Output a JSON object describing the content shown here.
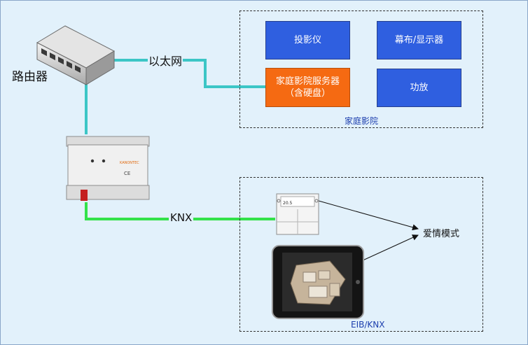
{
  "diagram": {
    "router": {
      "label": "路由器"
    },
    "ethernet": {
      "label": "以太网"
    },
    "knx_link": {
      "label": "KNX"
    },
    "home_theater": {
      "group_label": "家庭影院",
      "projector": "投影仪",
      "screen": "幕布/显示器",
      "server_line1": "家庭影院服务器",
      "server_line2": "（含硬盘）",
      "amplifier": "功放"
    },
    "eib_knx": {
      "group_label": "EIB/KNX",
      "scene": "爱情模式",
      "panel_readout": "20.5",
      "gateway_brand": "KANONTEC"
    },
    "colors": {
      "background": "#e2f1fb",
      "ethernet_line": "#3cc6c6",
      "knx_line": "#33e24a",
      "device_blue": "#2f5fe0",
      "server_orange": "#f56a12"
    }
  }
}
